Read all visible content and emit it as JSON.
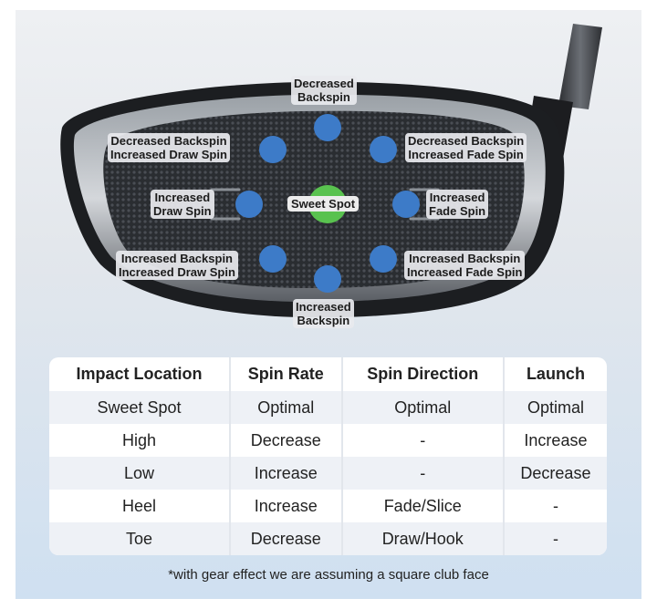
{
  "diagram": {
    "labels": {
      "top": [
        "Decreased",
        "Backspin"
      ],
      "upper_left": [
        "Decreased Backspin",
        "Increased Draw Spin"
      ],
      "upper_right": [
        "Decreased Backspin",
        "Increased Fade Spin"
      ],
      "mid_left": [
        "Increased",
        "Draw Spin"
      ],
      "center": "Sweet Spot",
      "mid_right": [
        "Increased",
        "Fade Spin"
      ],
      "lower_left": [
        "Increased Backspin",
        "Increased Draw Spin"
      ],
      "lower_right": [
        "Increased Backspin",
        "Increased Fade Spin"
      ],
      "bottom": [
        "Increased",
        "Backspin"
      ]
    },
    "colors": {
      "impact_dot": "#3d7bc8",
      "sweet_spot": "#59c24f"
    }
  },
  "table": {
    "headers": [
      "Impact Location",
      "Spin Rate",
      "Spin Direction",
      "Launch"
    ],
    "rows": [
      [
        "Sweet Spot",
        "Optimal",
        "Optimal",
        "Optimal"
      ],
      [
        "High",
        "Decrease",
        "-",
        "Increase"
      ],
      [
        "Low",
        "Increase",
        "-",
        "Decrease"
      ],
      [
        "Heel",
        "Increase",
        "Fade/Slice",
        "-"
      ],
      [
        "Toe",
        "Decrease",
        "Draw/Hook",
        "-"
      ]
    ]
  },
  "footnote": "*with gear effect we are assuming a square club face"
}
